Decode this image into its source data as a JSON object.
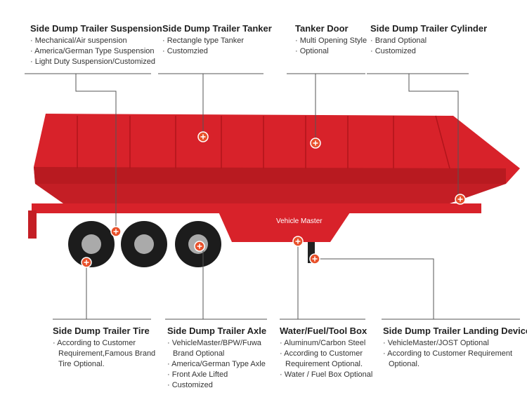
{
  "brand_on_trailer": "Vehicle Master",
  "colors": {
    "trailer_red": "#d8222a",
    "marker": "#e8502a",
    "line": "#555555"
  },
  "top": [
    {
      "title": "Side Dump Trailer Suspension",
      "items": [
        "Mechanical/Air suspension",
        "America/German Type Suspension",
        "Light Duty Suspension/Customized"
      ]
    },
    {
      "title": "Side Dump Trailer Tanker",
      "items": [
        "Rectangle type Tanker",
        "Customzied"
      ]
    },
    {
      "title": "Tanker Door",
      "items": [
        "Multi Opening Style",
        "Optional"
      ]
    },
    {
      "title": "Side Dump Trailer Cylinder",
      "items": [
        "Brand Optional",
        "Customized"
      ]
    }
  ],
  "bottom": [
    {
      "title": "Side Dump Trailer Tire",
      "items": [
        "According to Customer Requirement,Famous Brand Tire Optional."
      ]
    },
    {
      "title": "Side Dump Trailer Axle",
      "items": [
        "VehicleMaster/BPW/Fuwa Brand Optional",
        "America/German Type Axle",
        "Front Axle Lifted",
        "Customized"
      ]
    },
    {
      "title": "Water/Fuel/Tool Box",
      "items": [
        "Aluminum/Carbon Steel",
        "According to Customer Requirement Optional.",
        "Water / Fuel Box Optional"
      ]
    },
    {
      "title": "Side Dump Trailer Landing Device",
      "items": [
        "VehicleMaster/JOST Optional",
        "According to Customer Requirement Optional."
      ]
    }
  ]
}
